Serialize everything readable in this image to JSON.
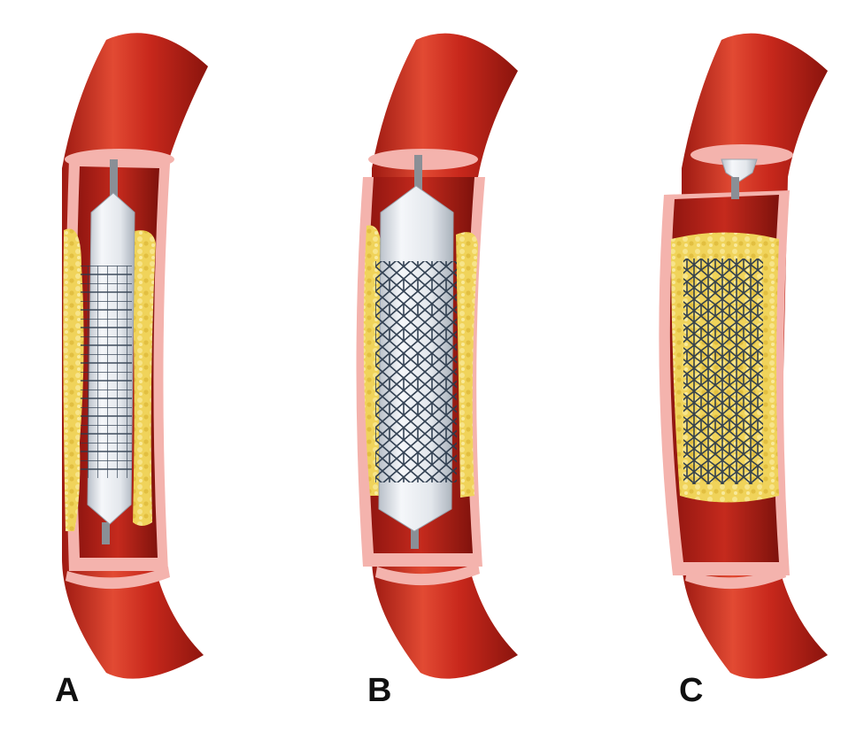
{
  "panels": [
    {
      "id": "A",
      "label": "A"
    },
    {
      "id": "B",
      "label": "B"
    },
    {
      "id": "C",
      "label": "C"
    }
  ],
  "colors": {
    "artery_outer": "#c8281c",
    "artery_dark": "#8f1510",
    "artery_highlight": "#e8553f",
    "vessel_wall": "#f4b3ad",
    "lumen": "#b81e16",
    "plaque": "#f0d35a",
    "plaque_shadow": "#d8b238",
    "balloon": "#dfe4ea",
    "stent_mesh": "#2b3a4c",
    "catheter": "#8a8f96",
    "label_text": "#111111"
  }
}
